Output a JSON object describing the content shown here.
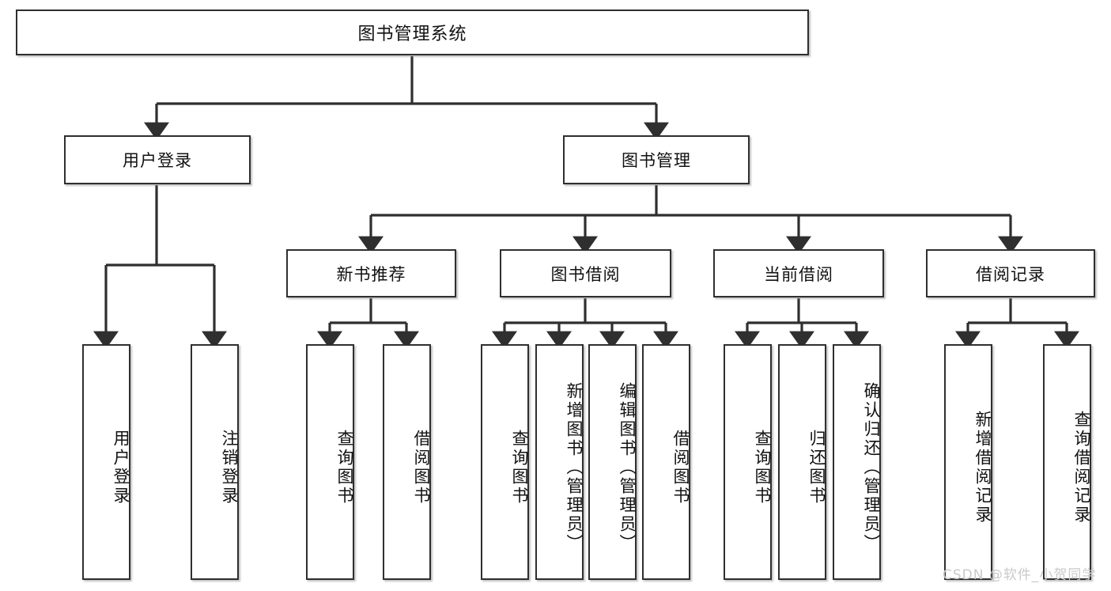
{
  "diagram": {
    "title": "图书管理系统",
    "type": "tree",
    "watermark": "CSDN @软件_小贺同学",
    "colors": {
      "box_border": "#2f2f2f",
      "box_fill": "#ffffff",
      "connector": "#2f2f2f",
      "watermark": "#c9c9c9"
    },
    "nodes": {
      "root": {
        "label": "图书管理系统"
      },
      "level2": [
        {
          "id": "user-login",
          "label": "用户登录"
        },
        {
          "id": "book-manage",
          "label": "图书管理"
        }
      ],
      "level3": [
        {
          "id": "new-book-recommend",
          "label": "新书推荐"
        },
        {
          "id": "book-borrow",
          "label": "图书借阅"
        },
        {
          "id": "current-borrow",
          "label": "当前借阅"
        },
        {
          "id": "borrow-record",
          "label": "借阅记录"
        }
      ],
      "leaves": [
        {
          "id": "leaf-user-login",
          "label": "用户登录",
          "parent": "用户登录"
        },
        {
          "id": "leaf-logout",
          "label": "注销登录",
          "parent": "用户登录"
        },
        {
          "id": "leaf-query-book-1",
          "label": "查询图书",
          "parent": "新书推荐"
        },
        {
          "id": "leaf-borrow-book-1",
          "label": "借阅图书",
          "parent": "新书推荐"
        },
        {
          "id": "leaf-query-book-2",
          "label": "查询图书",
          "parent": "图书借阅"
        },
        {
          "id": "leaf-add-book",
          "label": "新增图书（管理员）",
          "parent": "图书借阅"
        },
        {
          "id": "leaf-edit-book",
          "label": "编辑图书（管理员）",
          "parent": "图书借阅"
        },
        {
          "id": "leaf-borrow-book-2",
          "label": "借阅图书",
          "parent": "图书借阅"
        },
        {
          "id": "leaf-query-book-3",
          "label": "查询图书",
          "parent": "当前借阅"
        },
        {
          "id": "leaf-return-book",
          "label": "归还图书",
          "parent": "当前借阅"
        },
        {
          "id": "leaf-confirm-return",
          "label": "确认归还（管理员）",
          "parent": "当前借阅"
        },
        {
          "id": "leaf-add-record",
          "label": "新增借阅记录",
          "parent": "借阅记录"
        },
        {
          "id": "leaf-query-record",
          "label": "查询借阅记录",
          "parent": "借阅记录"
        }
      ]
    }
  }
}
